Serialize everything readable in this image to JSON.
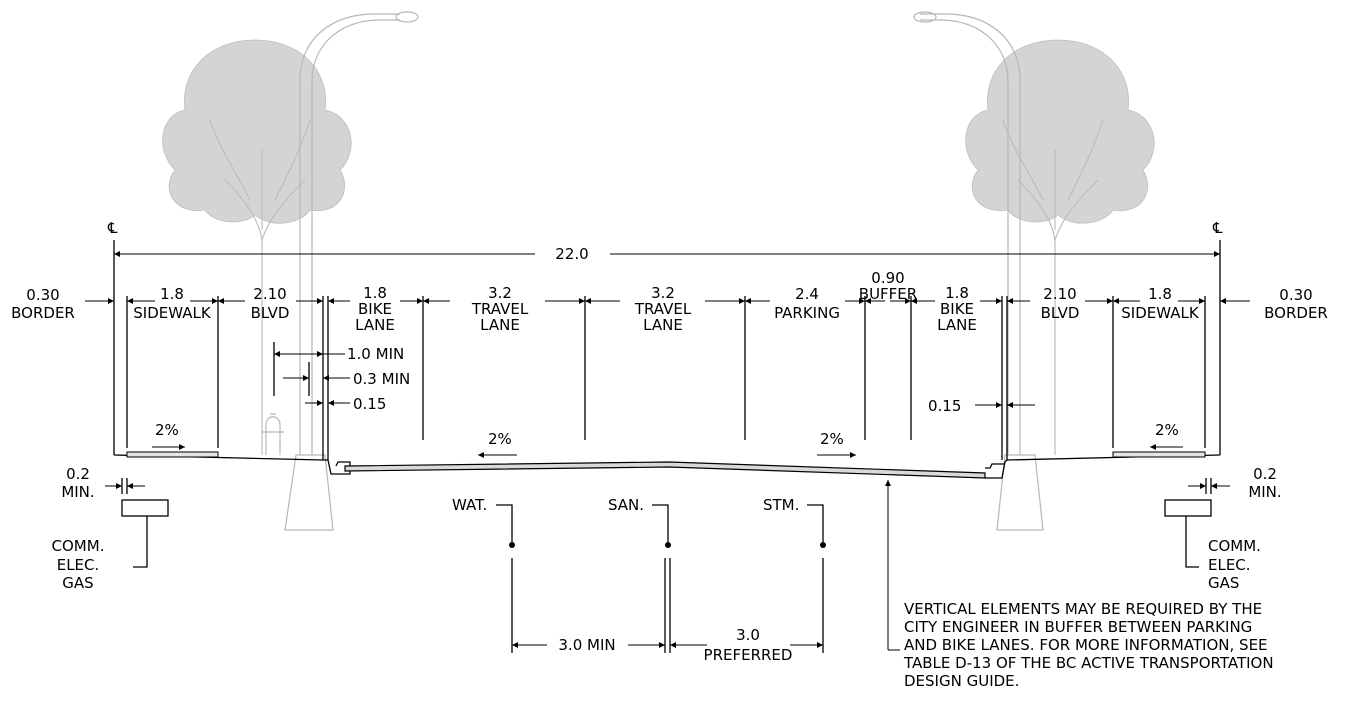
{
  "dims": {
    "pl_left": "℄",
    "pl_right": "℄",
    "total": "22.0",
    "border_left": {
      "value": "0.30",
      "label": "BORDER"
    },
    "sidewalk_left": {
      "value": "1.8",
      "label": "SIDEWALK"
    },
    "blvd_left": {
      "value": "2.10",
      "label": "BLVD"
    },
    "bike_left": {
      "value": "1.8",
      "label1": "BIKE",
      "label2": "LANE"
    },
    "travel_left": {
      "value": "3.2",
      "label1": "TRAVEL",
      "label2": "LANE"
    },
    "travel_right": {
      "value": "3.2",
      "label1": "TRAVEL",
      "label2": "LANE"
    },
    "parking": {
      "value": "2.4",
      "label": "PARKING"
    },
    "buffer": {
      "value": "0.90",
      "label": "BUFFER"
    },
    "bike_right": {
      "value": "1.8",
      "label1": "BIKE",
      "label2": "LANE"
    },
    "blvd_right": {
      "value": "2.10",
      "label": "BLVD"
    },
    "sidewalk_right": {
      "value": "1.8",
      "label": "SIDEWALK"
    },
    "border_right": {
      "value": "0.30",
      "label": "BORDER"
    }
  },
  "details": {
    "min_1": "1.0  MIN",
    "min_03": "0.3  MIN",
    "dim_015_left": "0.15",
    "dim_015_right": "0.15",
    "min_02_left_value": "0.2",
    "min_02_left_label": "MIN.",
    "min_02_right_value": "0.2",
    "min_02_right_label": "MIN."
  },
  "slopes": {
    "sidewalk_left": "2%",
    "road_left": "2%",
    "road_right": "2%",
    "sidewalk_right": "2%"
  },
  "utilities": {
    "water": "WAT.",
    "sanitary": "SAN.",
    "storm": "STM.",
    "shallow_left": [
      "COMM.",
      "ELEC.",
      "GAS"
    ],
    "shallow_right": [
      "COMM.",
      "ELEC.",
      "GAS"
    ],
    "sep_min": "3.0  MIN",
    "sep_pref_value": "3.0",
    "sep_pref_label": "PREFERRED"
  },
  "note": [
    "VERTICAL ELEMENTS MAY BE REQUIRED BY THE",
    "CITY ENGINEER IN BUFFER BETWEEN PARKING",
    "AND BIKE LANES.  FOR MORE INFORMATION, SEE",
    "TABLE D-13 OF THE BC ACTIVE TRANSPORTATION",
    "DESIGN GUIDE."
  ]
}
